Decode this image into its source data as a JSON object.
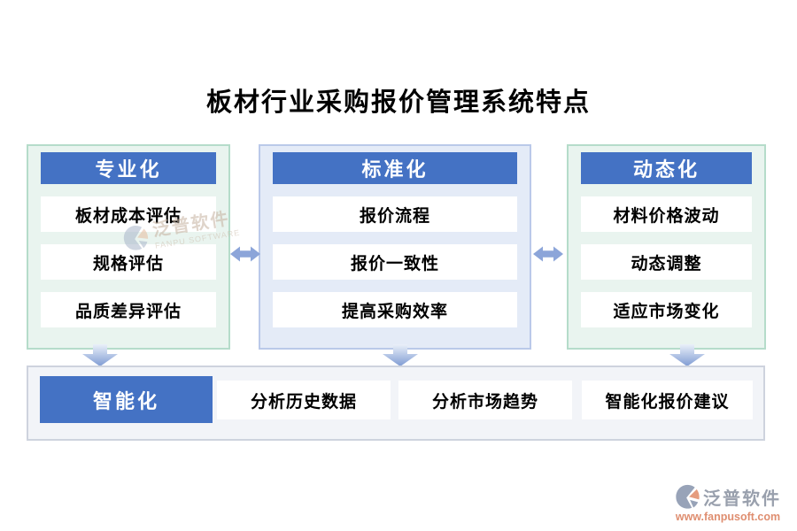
{
  "title": "板材行业采购报价管理系统特点",
  "columns": [
    {
      "header": "专业化",
      "theme": "mint",
      "items": [
        "板材成本评估",
        "规格评估",
        "品质差异评估"
      ]
    },
    {
      "header": "标准化",
      "theme": "lavender",
      "items": [
        "报价流程",
        "报价一致性",
        "提高采购效率"
      ]
    },
    {
      "header": "动态化",
      "theme": "mint",
      "items": [
        "材料价格波动",
        "动态调整",
        "适应市场变化"
      ]
    }
  ],
  "bottom": {
    "header": "智能化",
    "items": [
      "分析历史数据",
      "分析市场趋势",
      "智能化报价建议"
    ]
  },
  "watermark": {
    "name": "泛普软件",
    "caption": "FANPU SOFTWARE"
  },
  "footer_logo": {
    "name": "泛普软件",
    "url": "www.fanpusoft.com"
  },
  "icons": {
    "double_arrow": "double-headed-horizontal-arrow",
    "down_arrow": "down-arrow",
    "brand_mark": "fanpu-swirl-badge"
  },
  "colors": {
    "header_blue": "#4472c4",
    "arrow_blue": "#8ca5d9",
    "mint_bg": "#e9f4ef",
    "mint_border": "#b5dcca",
    "lavender_bg": "#e4ebf7",
    "lavender_border": "#bac9e9",
    "bottom_bg": "#f2f4f8",
    "bottom_border": "#ced3de",
    "logo_gray": "#99a0ad",
    "logo_orange": "#df8e70"
  }
}
